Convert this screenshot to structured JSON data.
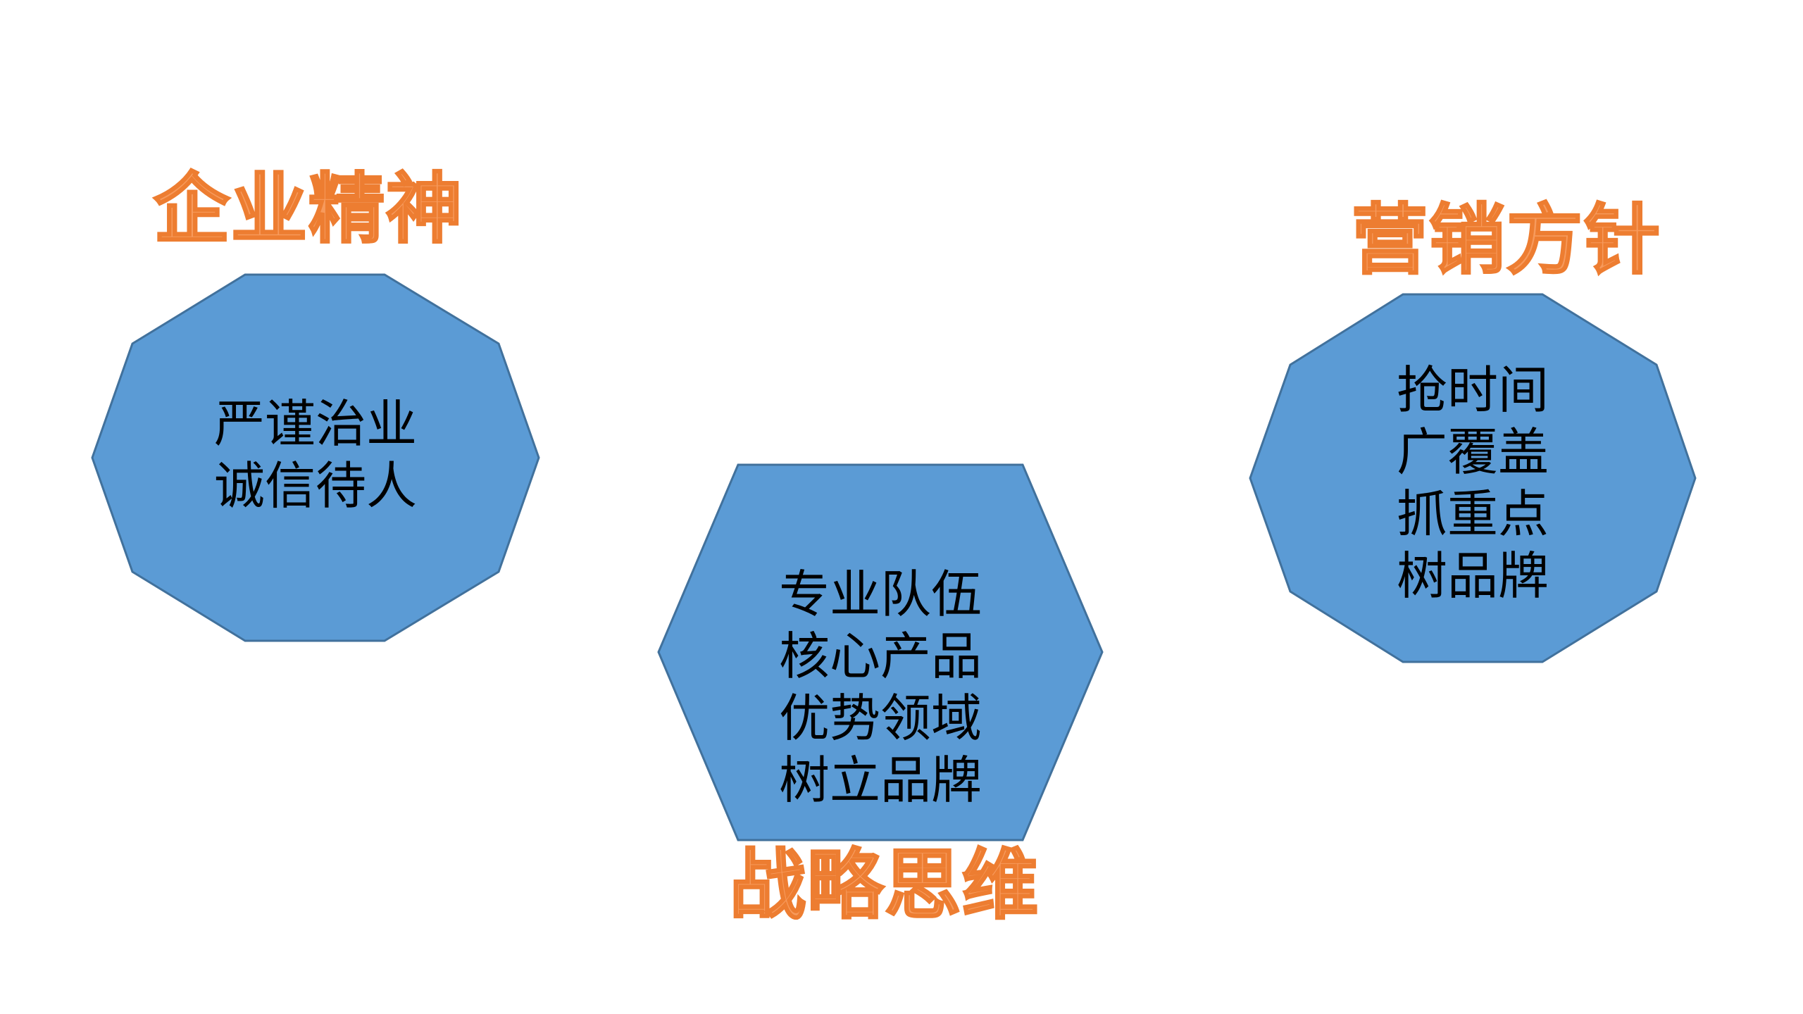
{
  "colors": {
    "shape_fill": "#5b9bd5",
    "shape_stroke": "#41719c",
    "heading_fill": "#f79a5c",
    "heading_stroke": "#ed7d31",
    "body_text": "#000000"
  },
  "left": {
    "heading": "企业精神",
    "lines": [
      "严谨治业",
      "诚信待人"
    ]
  },
  "center": {
    "heading": "战略思维",
    "lines": [
      "专业队伍",
      "核心产品",
      "优势领域",
      "树立品牌"
    ]
  },
  "right": {
    "heading": "营销方针",
    "lines": [
      "抢时间",
      "广覆盖",
      "抓重点",
      "树品牌"
    ]
  }
}
